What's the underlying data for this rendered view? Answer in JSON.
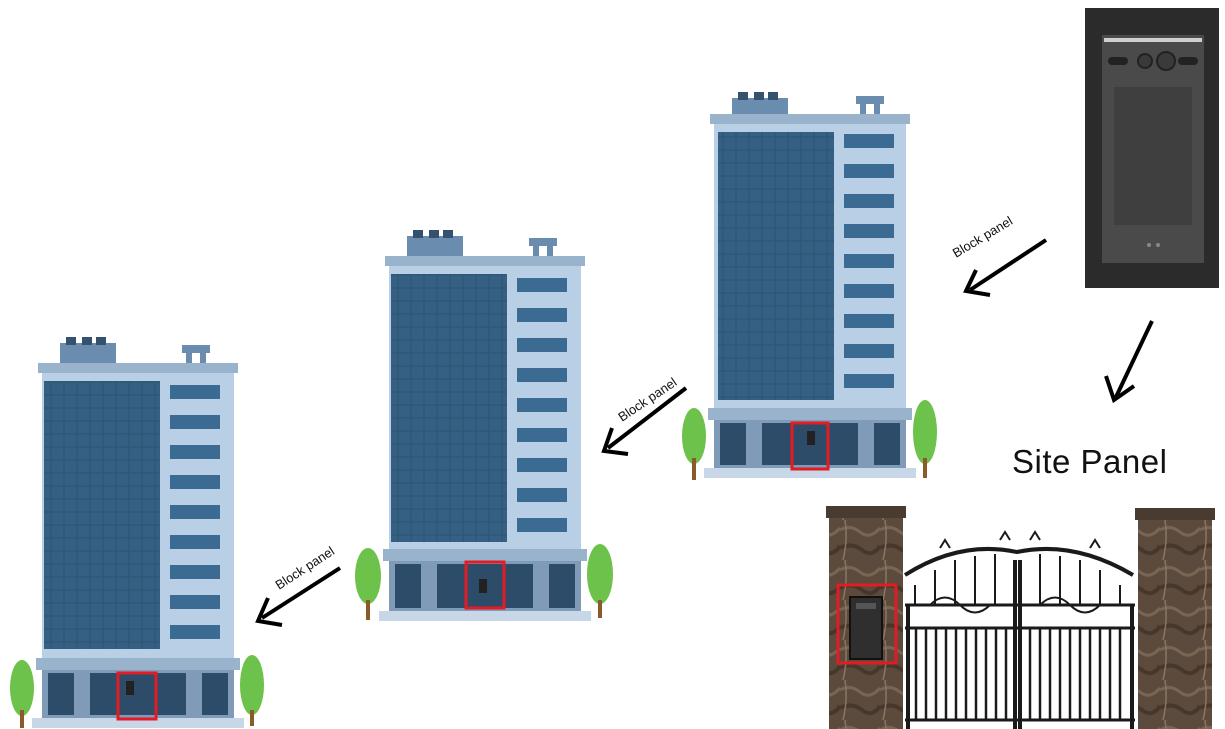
{
  "labels": {
    "block_panel_1": "Block panel",
    "block_panel_2": "Block panel",
    "block_panel_3": "Block panel",
    "site_panel": "Site Panel"
  },
  "colors": {
    "building_frame": "#b9cfe6",
    "building_dark": "#274a6a",
    "window_glass": "#3b6a92",
    "highlight_box": "#e31b23",
    "gate_iron": "#1a1a1a",
    "pillar_stone": "#5a4a3c",
    "tree_green": "#6cc24a",
    "panel_body": "#2b2b2b"
  },
  "icons": [
    "building-icon",
    "tree-icon",
    "arrow-icon",
    "door-panel-icon",
    "gate-icon",
    "pillar-icon"
  ]
}
